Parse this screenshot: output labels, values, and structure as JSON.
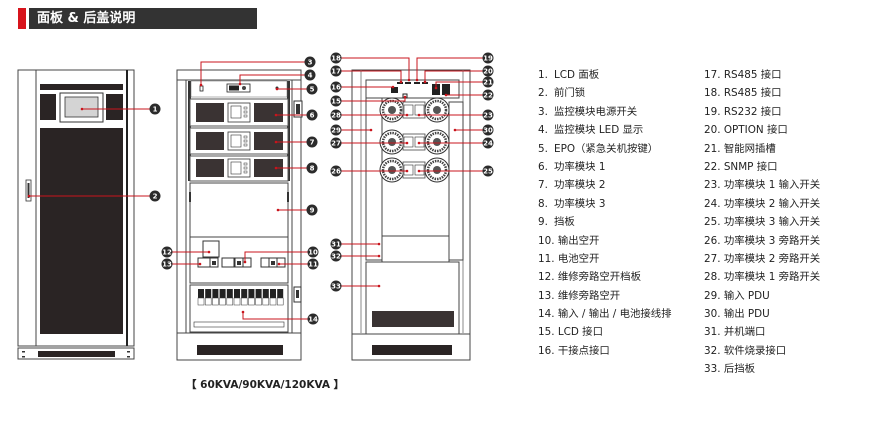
{
  "header": {
    "title": "面板 & 后盖说明",
    "accent_color": "#d7141c",
    "bar_color": "#333333"
  },
  "caption": "【 60KVA/90KVA/120KVA 】",
  "callout_color": "#c9141c",
  "badge_color": "#2b2b2b",
  "callouts": {
    "front": [
      "1",
      "2"
    ],
    "open_front": [
      "3",
      "4",
      "5",
      "6",
      "7",
      "8",
      "9",
      "10",
      "11",
      "12",
      "13",
      "14"
    ],
    "rear": [
      "15",
      "16",
      "17",
      "18",
      "19",
      "20",
      "21",
      "22",
      "23",
      "24",
      "25",
      "26",
      "27",
      "28",
      "29",
      "30",
      "31",
      "32",
      "33"
    ]
  },
  "legend": {
    "column1": [
      {
        "num": "1.",
        "label": "LCD 面板"
      },
      {
        "num": "2.",
        "label": "前门锁"
      },
      {
        "num": "3.",
        "label": "监控模块电源开关"
      },
      {
        "num": "4.",
        "label": "监控模块 LED 显示"
      },
      {
        "num": "5.",
        "label": "EPO（紧急关机按键）"
      },
      {
        "num": "6.",
        "label": "功率模块 1"
      },
      {
        "num": "7.",
        "label": "功率模块 2"
      },
      {
        "num": "8.",
        "label": "功率模块 3"
      },
      {
        "num": "9.",
        "label": "挡板"
      },
      {
        "num": "10.",
        "label": "输出空开"
      },
      {
        "num": "11.",
        "label": "电池空开"
      },
      {
        "num": "12.",
        "label": "维修旁路空开档板"
      },
      {
        "num": "13.",
        "label": "维修旁路空开"
      },
      {
        "num": "14.",
        "label": "输入 / 输出 / 电池接线排"
      },
      {
        "num": "15.",
        "label": "LCD 接口"
      },
      {
        "num": "16.",
        "label": "干接点接口"
      }
    ],
    "column2": [
      {
        "num": "17.",
        "label": "RS485 接口"
      },
      {
        "num": "18.",
        "label": "RS485 接口"
      },
      {
        "num": "19.",
        "label": "RS232 接口"
      },
      {
        "num": "20.",
        "label": "OPTION 接口"
      },
      {
        "num": "21.",
        "label": "智能网插槽"
      },
      {
        "num": "22.",
        "label": "SNMP 接口"
      },
      {
        "num": "23.",
        "label": "功率模块 1 输入开关"
      },
      {
        "num": "24.",
        "label": "功率模块 2 输入开关"
      },
      {
        "num": "25.",
        "label": "功率模块 3 输入开关"
      },
      {
        "num": "26.",
        "label": "功率模块 3 旁路开关"
      },
      {
        "num": "27.",
        "label": "功率模块 2 旁路开关"
      },
      {
        "num": "28.",
        "label": "功率模块 1 旁路开关"
      },
      {
        "num": "29.",
        "label": "输入 PDU"
      },
      {
        "num": "30.",
        "label": "输出 PDU"
      },
      {
        "num": "31.",
        "label": "并机端口"
      },
      {
        "num": "32.",
        "label": "软件烧录接口"
      },
      {
        "num": "33.",
        "label": "后挡板"
      }
    ]
  }
}
